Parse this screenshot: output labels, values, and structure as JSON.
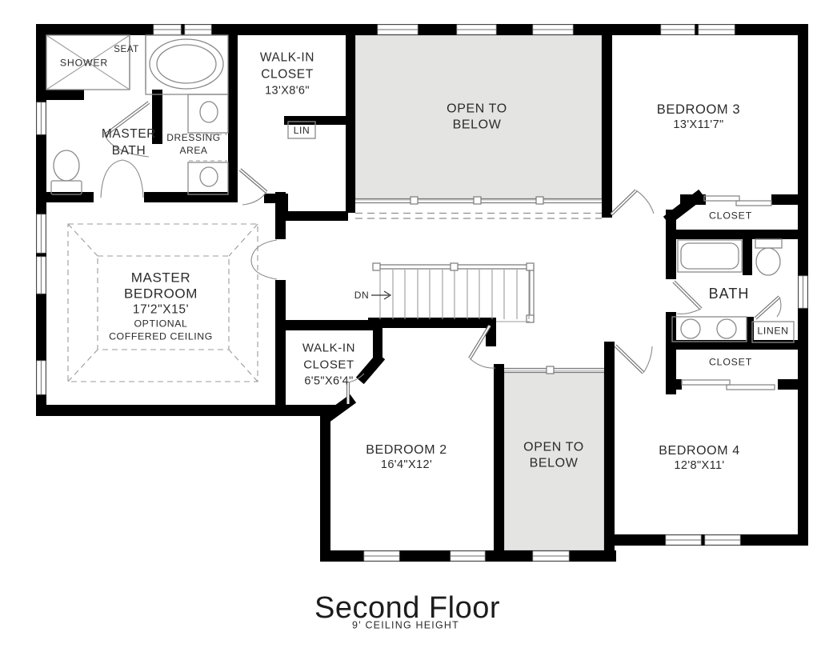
{
  "title": {
    "main": "Second Floor",
    "subtitle": "9' CEILING HEIGHT"
  },
  "rooms": {
    "master_bedroom": {
      "line1": "MASTER",
      "line2": "BEDROOM",
      "dims": "17'2\"X15'",
      "note1": "OPTIONAL",
      "note2": "COFFERED CEILING"
    },
    "master_bath": {
      "line1": "MASTER",
      "line2": "BATH"
    },
    "shower": {
      "label": "SHOWER"
    },
    "seat": {
      "label": "SEAT"
    },
    "dressing_area": {
      "line1": "DRESSING",
      "line2": "AREA"
    },
    "walk_in_closet_top": {
      "line1": "WALK-IN",
      "line2": "CLOSET",
      "dims": "13'X8'6\""
    },
    "linen_top": {
      "label": "LIN"
    },
    "open_to_below_top": {
      "line1": "OPEN TO",
      "line2": "BELOW"
    },
    "bedroom_3": {
      "name": "BEDROOM 3",
      "dims": "13'X11'7\""
    },
    "closet_bedroom_3": {
      "label": "CLOSET"
    },
    "bath": {
      "label": "BATH"
    },
    "linen_hall": {
      "label": "LINEN"
    },
    "closet_bedroom_4": {
      "label": "CLOSET"
    },
    "walk_in_closet_bottom": {
      "line1": "WALK-IN",
      "line2": "CLOSET",
      "dims": "6'5\"X6'4\""
    },
    "bedroom_2": {
      "name": "BEDROOM 2",
      "dims": "16'4\"X12'"
    },
    "open_to_below_bottom": {
      "line1": "OPEN TO",
      "line2": "BELOW"
    },
    "bedroom_4": {
      "name": "BEDROOM 4",
      "dims": "12'8\"X11'"
    },
    "stairs": {
      "label": "DN"
    }
  },
  "colors": {
    "wall": "#000000",
    "open_to_below": "#e4e4e3",
    "fixture_line": "#8a8a8a",
    "text": "#2b2b2b"
  }
}
